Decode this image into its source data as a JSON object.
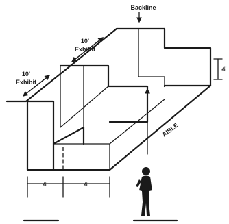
{
  "labels": {
    "backline": "Backline",
    "exhibit_top_dim": "10'",
    "exhibit_top_word": "Exhibit",
    "exhibit_left_dim": "10'",
    "exhibit_left_word": "Exhibit",
    "height_dim": "4'",
    "aisle": "AISLE",
    "front_left_dim": "4'",
    "front_right_dim": "4'"
  },
  "icons": {
    "person": "person-silhouette-icon"
  }
}
